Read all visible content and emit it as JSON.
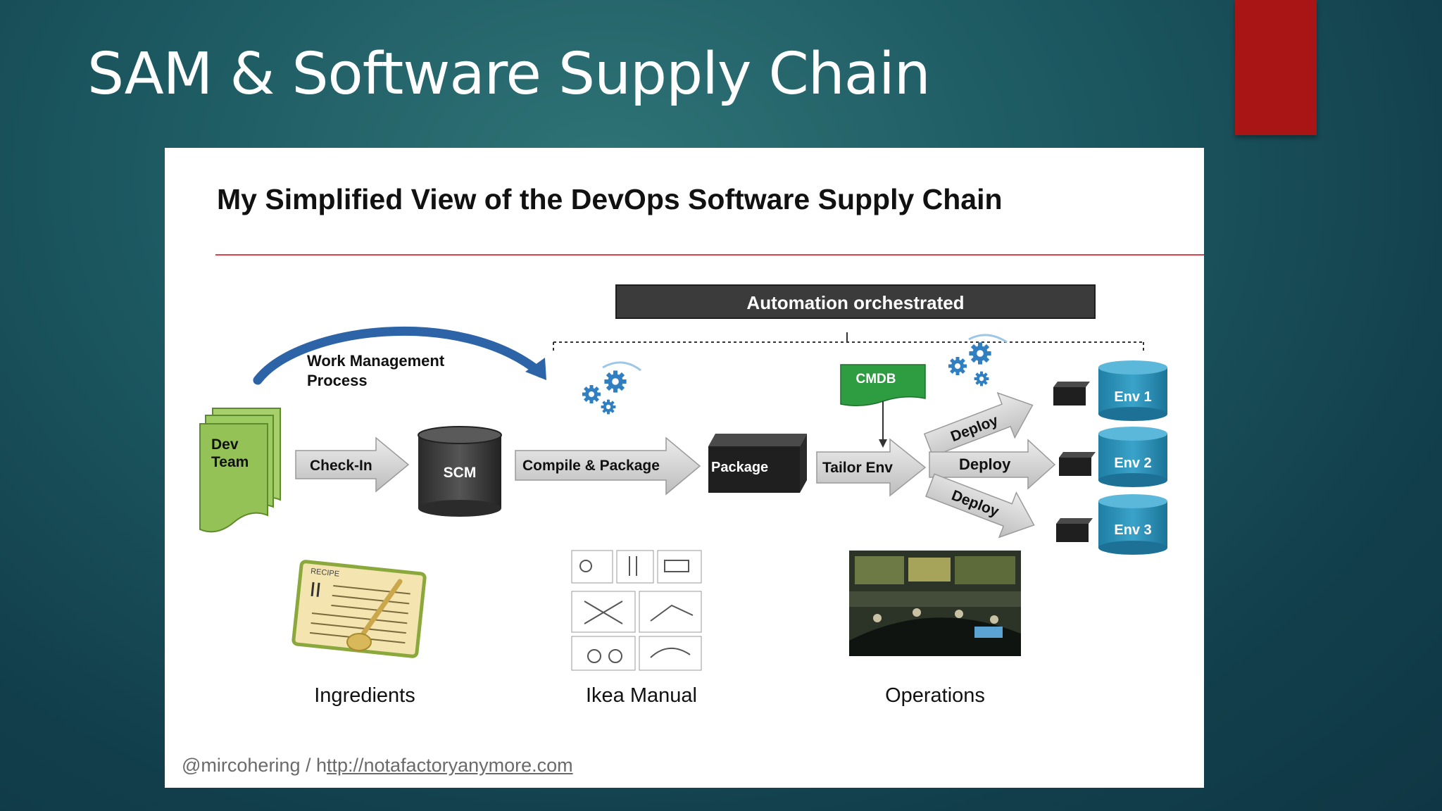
{
  "slide": {
    "title": "SAM & Software Supply Chain"
  },
  "diagram": {
    "heading": "My Simplified View of the DevOps Software Supply Chain",
    "automation_bar": "Automation orchestrated",
    "work_management": [
      "Work Management",
      "Process"
    ],
    "dev_team": [
      "Dev",
      "Team"
    ],
    "check_in": "Check-In",
    "scm": "SCM",
    "compile_package": "Compile & Package",
    "package": "Package",
    "tailor_env": "Tailor Env",
    "cmdb": "CMDB",
    "deploy_1": "Deploy",
    "deploy_2": "Deploy",
    "deploy_3": "Deploy",
    "env_1": "Env 1",
    "env_2": "Env 2",
    "env_3": "Env 3",
    "recipe_tag": "RECIPE",
    "caption_ingredients": "Ingredients",
    "caption_ikea": "Ikea Manual",
    "caption_operations": "Operations",
    "credit_handle": "@mircohering / h",
    "credit_link": "ttp://notafactoryanymore.com"
  },
  "colors": {
    "accent_red": "#a91515",
    "env_blue": "#2b8fb5",
    "dev_team_green": "#94c257",
    "cmdb_green": "#2e9d41",
    "work_arrow_blue": "#2d64a8",
    "automation_bar": "#3b3b3b"
  }
}
